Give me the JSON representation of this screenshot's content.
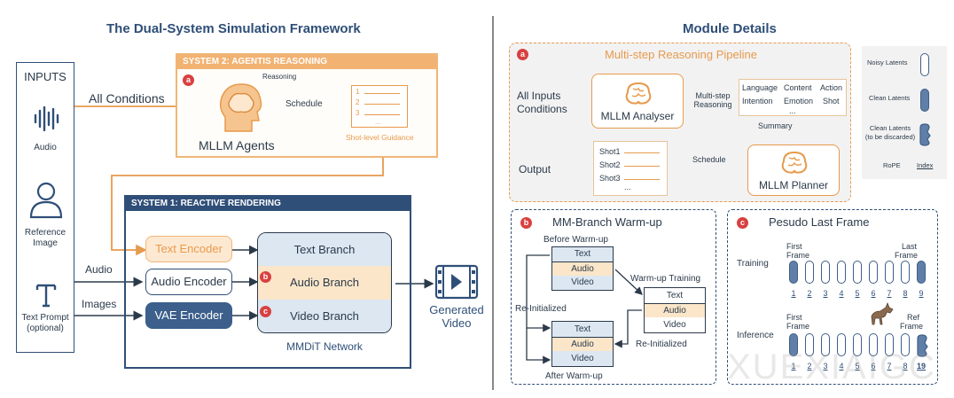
{
  "left": {
    "title": "The Dual-System Simulation Framework",
    "inputs": {
      "title": "INPUTS",
      "audio": "Audio",
      "reference": [
        "Reference",
        "Image"
      ],
      "text_prompt": [
        "Text Prompt",
        "(optional)"
      ]
    },
    "system2": {
      "title": "SYSTEM 2: AGENTIS REASONING",
      "badge": "a",
      "all_conditions": "All Conditions",
      "reasoning": "Reasoning",
      "schedule": "Schedule",
      "agents": "MLLM Agents",
      "list": [
        "1",
        "2",
        "3",
        "..."
      ],
      "guidance": "Shot-level Guidance"
    },
    "system1": {
      "title": "SYSTEM 1: REACTIVE RENDERING",
      "audio_label": "Audio",
      "images_label": "Images",
      "text_encoder": "Text Encoder",
      "audio_encoder": "Audio Encoder",
      "vae_encoder": "VAE Encoder",
      "text_branch": "Text Branch",
      "audio_branch": "Audio Branch",
      "video_branch": "Video Branch",
      "badge_b": "b",
      "badge_c": "c",
      "network": "MMDiT Network"
    },
    "output": [
      "Generated",
      "Video"
    ]
  },
  "right": {
    "title": "Module Details",
    "pipeline": {
      "badge": "a",
      "title": "Multi-step Reasoning Pipeline",
      "inputs": [
        "All Inputs",
        "Conditions"
      ],
      "analyser": "MLLM Analyser",
      "reasoning": [
        "Multi-step",
        "Reasoning"
      ],
      "grid": [
        "Language",
        "Content",
        "Action",
        "Intention",
        "Emotion",
        "Shot",
        "..."
      ],
      "summary": "Summary",
      "planner": "MLLM Planner",
      "schedule": "Schedule",
      "shots": [
        "Shot1",
        "Shot2",
        "Shot3",
        "..."
      ],
      "output": "Output"
    },
    "legend": {
      "noisy": "Noisy Latents",
      "clean": "Clean Latents",
      "discarded": [
        "Clean Latents",
        "(to be discarded)"
      ],
      "rope": "RoPE",
      "index": "Index"
    },
    "warmup": {
      "badge": "b",
      "title": "MM-Branch Warm-up",
      "before": "Before Warm-up",
      "after": "After Warm-up",
      "training": "Warm-up Training",
      "reinit_left": "Re-Initialized",
      "reinit_right": "Re-Initialized",
      "rows": [
        "Text",
        "Audio",
        "Video"
      ]
    },
    "pseudo": {
      "badge": "c",
      "title": "Pesudo Last Frame",
      "training": "Training",
      "inference": "Inference",
      "first": [
        "First",
        "Frame"
      ],
      "last": [
        "Last",
        "Frame"
      ],
      "ref": [
        "Ref",
        "Frame"
      ],
      "train_idx": [
        "1",
        "2",
        "3",
        "4",
        "5",
        "6",
        "7",
        "8",
        "9"
      ],
      "infer_idx": [
        "1",
        "2",
        "3",
        "4",
        "5",
        "6",
        "7",
        "8",
        "19"
      ]
    },
    "watermark": "XUEXIAIGC"
  },
  "colors": {
    "navy": "#2f4f78",
    "orange": "#e79a4d",
    "red_badge": "#d94040",
    "panel_gray": "#f2f2f2",
    "branch_blue": "#dce7f2",
    "branch_orange": "#fbe6c9"
  }
}
